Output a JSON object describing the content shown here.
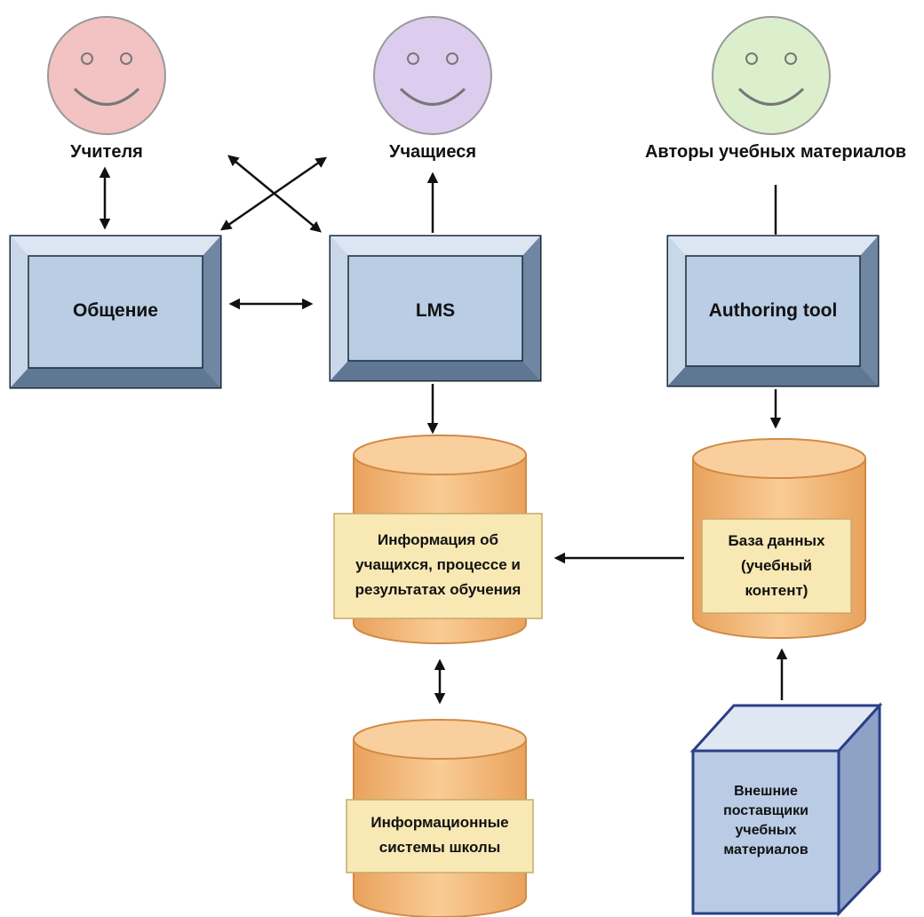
{
  "actors": {
    "teachers": {
      "label": "Учителя",
      "color": "#f2b8b8"
    },
    "students": {
      "label": "Учащиеся",
      "color": "#d7c8ee"
    },
    "authors": {
      "label": "Авторы учебных материалов",
      "color": "#d5ecc3"
    }
  },
  "boxes": {
    "communication": "Общение",
    "lms": "LMS",
    "authoring": "Authoring tool"
  },
  "databases": {
    "student_info": "Информация об учащихся, процессе и результатах обучения",
    "school_systems": "Информационные системы школы",
    "content_db": "База данных (учебный контент)"
  },
  "external": {
    "label": "Внешние поставщики учебных материалов"
  },
  "colors": {
    "box_fill": "#b9cde4",
    "box_border": "#1a2a3a",
    "db_fill": "#f6c186",
    "db_label_fill": "#f8e8b4",
    "cube_front": "#b9cbe5",
    "cube_border": "#2a3f86"
  }
}
